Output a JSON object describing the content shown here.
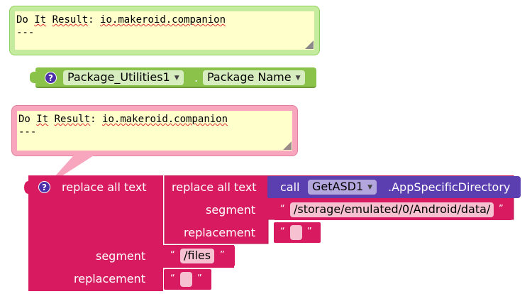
{
  "comment_green": {
    "line1_prefix": "Do ",
    "line1_it": "It",
    "line1_sp1": " ",
    "line1_result": "Result",
    "line1_colon": ": ",
    "line1_value": "io.makeroid.companion",
    "line2": "---"
  },
  "comment_pink": {
    "line1_prefix": "Do ",
    "line1_it": "It",
    "line1_sp1": " ",
    "line1_result": "Result",
    "line1_colon": ": ",
    "line1_value": "io.makeroid.companion",
    "line2": "---"
  },
  "package_block": {
    "help_icon": "?",
    "component": "Package_Utilities1",
    "dot": ".",
    "property": "Package Name",
    "color": "#8bc34a"
  },
  "replace_outer": {
    "help_icon": "?",
    "label": "replace all text",
    "segment_label": "segment",
    "replacement_label": "replacement",
    "segment_value": "/files",
    "replacement_value": " ",
    "color": "#d81b60"
  },
  "replace_inner": {
    "label": "replace all text",
    "segment_label": "segment",
    "replacement_label": "replacement",
    "segment_value": "/storage/emulated/0/Android/data/",
    "replacement_value": " "
  },
  "call_block": {
    "call_label": "call",
    "component": "GetASD1",
    "method": ".AppSpecificDirectory",
    "color": "#5b3fb1"
  },
  "quotes": {
    "open": "“",
    "close": "”"
  },
  "dropdown_arrow": "▼"
}
